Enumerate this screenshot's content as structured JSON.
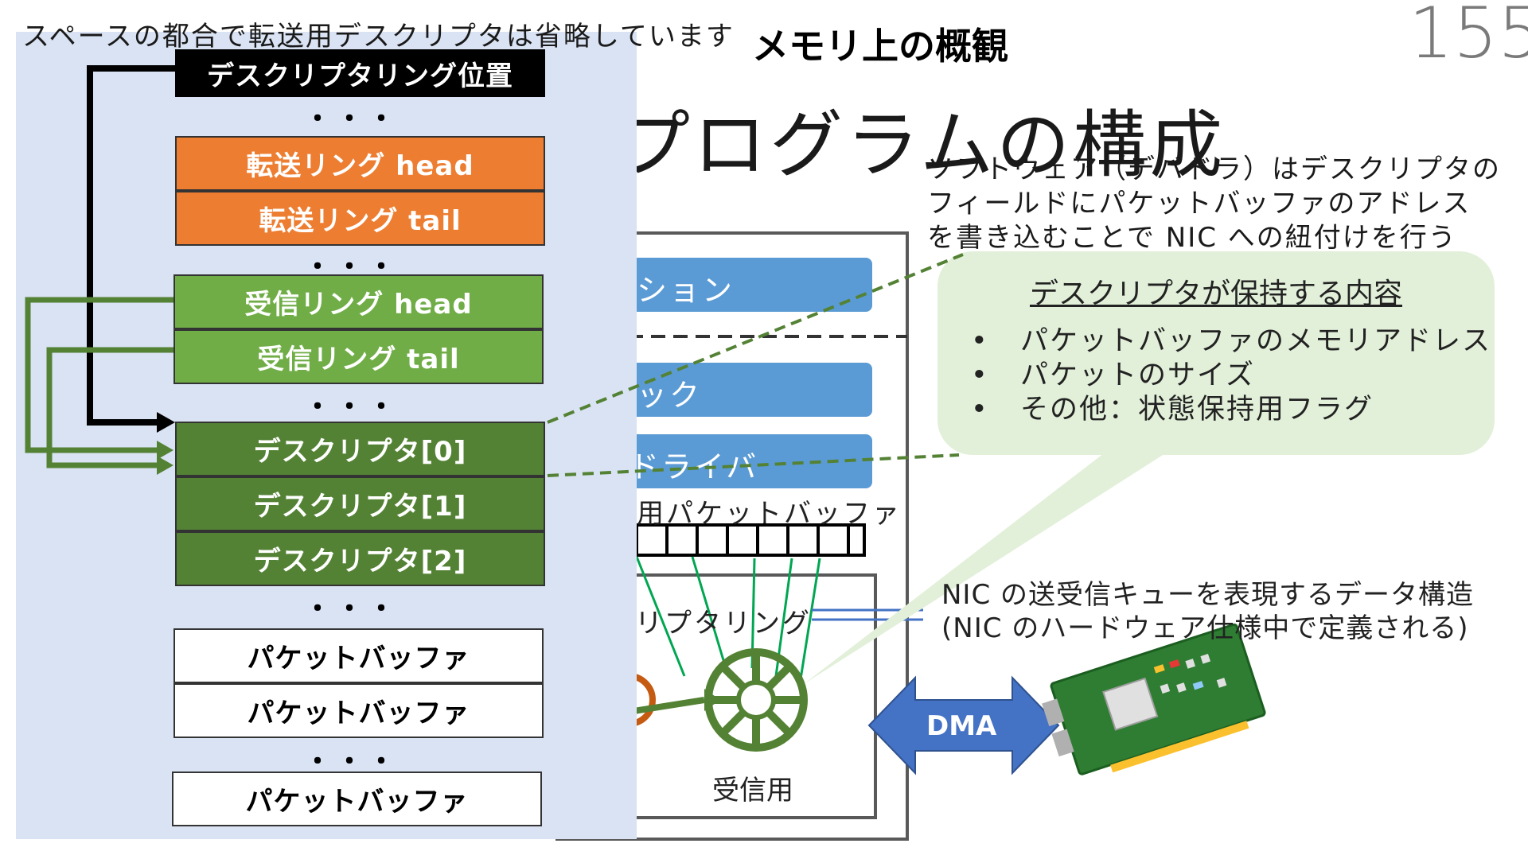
{
  "header": {
    "note": "スペースの都合で転送用デスクリプタは省略しています",
    "slide_title": "メモリ上の概観",
    "page_number": "155",
    "big_title": "プログラムの構成"
  },
  "description": [
    "ソフトウェア（デバドラ）はデスクリプタの",
    "フィールドにパケットバッファのアドレス",
    "を書き込むことで NIC への紐付けを行う"
  ],
  "callout": {
    "title": "デスクリプタが保持する内容",
    "items": [
      "パケットバッファのメモリアドレス",
      "パケットのサイズ",
      "その他：状態保持用フラグ"
    ]
  },
  "memory_blocks": {
    "ring_position": "デスクリプタリング位置",
    "tx_head": "転送リング head",
    "tx_tail": "転送リング tail",
    "rx_head": "受信リング head",
    "rx_tail": "受信リング tail",
    "desc0": "デスクリプタ[0]",
    "desc1": "デスクリプタ[1]",
    "desc2": "デスクリプタ[2]",
    "buffer1": "パケットバッファ",
    "buffer2": "パケットバッファ",
    "buffer3": "パケットバッファ",
    "ellipsis": "・・・"
  },
  "architecture": {
    "app_fragment": "ション",
    "stack_fragment": "ック",
    "driver_fragment": "ドライバ",
    "buffer_fragment": "用パケットバッファ",
    "ring_fragment": "リプタリング",
    "rx_label": "受信用",
    "dma_label": "DMA"
  },
  "nic_caption": [
    "NIC の送受信キューを表現するデータ構造",
    "(NIC のハードウェア仕様中で定義される)"
  ],
  "colors": {
    "panel_bg": "#dae3f3",
    "orange": "#ed7d31",
    "light_green": "#70ad47",
    "dark_green": "#548235",
    "blue": "#5b9bd5",
    "dma_blue": "#4472c4",
    "callout_bg": "#e2f0d9"
  }
}
